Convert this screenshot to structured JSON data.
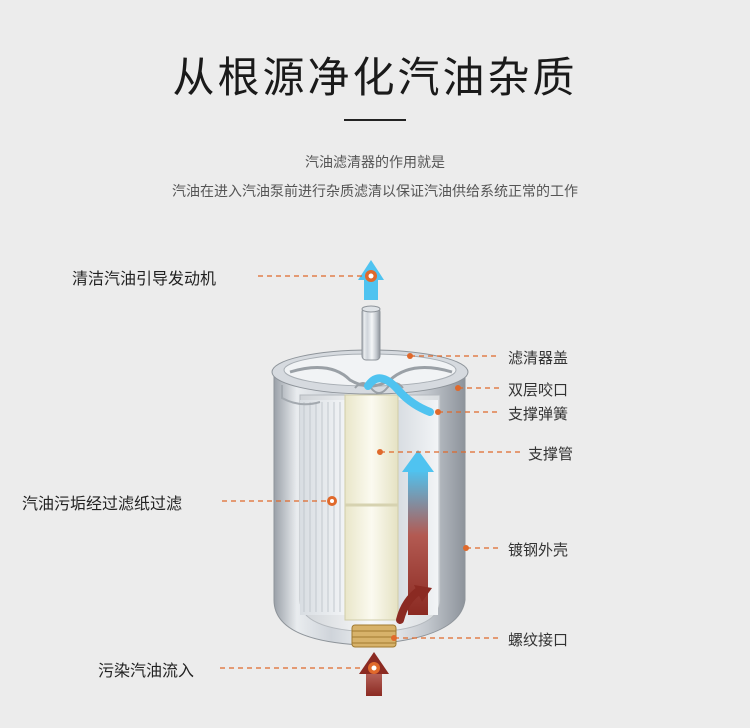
{
  "heading": {
    "title": "从根源净化汽油杂质",
    "subtitle_line1": "汽油滤清器的作用就是",
    "subtitle_line2": "汽油在进入汽油泵前进行杂质滤清以保证汽油供给系统正常的工作"
  },
  "labels_left": {
    "clean_fuel": "清洁汽油引导发动机",
    "filter_paper": "汽油污垢经过滤纸过滤",
    "dirty_fuel": "污染汽油流入"
  },
  "labels_right": {
    "cap": "滤清器盖",
    "double_seal": "双层咬口",
    "spring": "支撑弹簧",
    "support_tube": "支撑管",
    "steel_shell": "镀钢外壳",
    "thread_port": "螺纹接口"
  },
  "colors": {
    "leader_line": "#e0692b",
    "flow_clean": "#4fc3f0",
    "flow_dirty": "#8b2a22"
  }
}
